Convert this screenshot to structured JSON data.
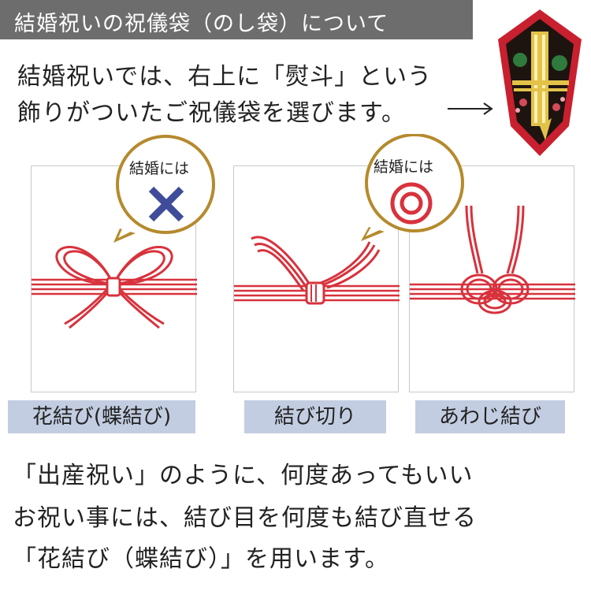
{
  "header": {
    "title": "結婚祝いの祝儀袋（のし袋）について"
  },
  "intro": {
    "line1": "結婚祝いでは、右上に「熨斗」という",
    "line2": "飾りがついたご祝儀袋を選びます。"
  },
  "bubbles": [
    {
      "text": "結婚には",
      "mark": "cross-icon",
      "meaning": "×"
    },
    {
      "text": "結婚には",
      "mark": "double-circle-icon",
      "meaning": "◎"
    }
  ],
  "knots": [
    {
      "label": "花結び(蝶結び)",
      "knot": "bow-knot"
    },
    {
      "label": "結び切り",
      "knot": "tied-cut-knot"
    },
    {
      "label": "あわじ結び",
      "knot": "awaji-knot"
    }
  ],
  "outro": {
    "line1": "「出産祝い」のように、何度あってもいい",
    "line2": "お祝い事には、結び目を何度も結び直せる",
    "line3": "「花結び（蝶結び）」を用います。"
  },
  "colors": {
    "header_bg": "#6d6d6d",
    "label_bg": "#c3cde1",
    "bubble_border": "#b58a2d",
    "mizuhiki_red": "#d8323c",
    "cross_blue": "#3f4c9a"
  }
}
